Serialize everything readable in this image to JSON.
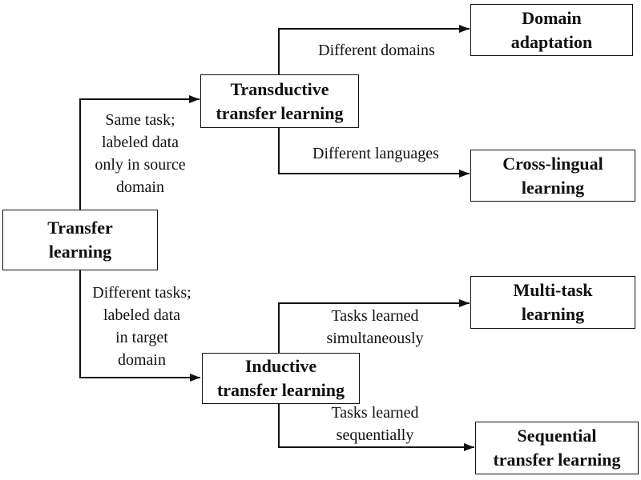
{
  "colors": {
    "ink": "#111111",
    "background": "#ffffff"
  },
  "nodes": {
    "transfer": {
      "lines": [
        "Transfer",
        "learning"
      ]
    },
    "transductive": {
      "lines": [
        "Transductive",
        "transfer learning"
      ]
    },
    "inductive": {
      "lines": [
        "Inductive",
        "transfer learning"
      ]
    },
    "domain_adaptation": {
      "lines": [
        "Domain",
        "adaptation"
      ]
    },
    "cross_lingual": {
      "lines": [
        "Cross-lingual",
        "learning"
      ]
    },
    "multi_task": {
      "lines": [
        "Multi-task",
        "learning"
      ]
    },
    "sequential": {
      "lines": [
        "Sequential",
        "transfer learning"
      ]
    }
  },
  "edge_labels": {
    "same_task": {
      "lines": [
        "Same task;",
        "labeled data",
        "only in source",
        "domain"
      ]
    },
    "different_tasks": {
      "lines": [
        "Different tasks;",
        "labeled data",
        "in target",
        "domain"
      ]
    },
    "different_domains": {
      "lines": [
        "Different domains"
      ]
    },
    "different_languages": {
      "lines": [
        "Different languages"
      ]
    },
    "tasks_simultaneously": {
      "lines": [
        "Tasks learned",
        "simultaneously"
      ]
    },
    "tasks_sequentially": {
      "lines": [
        "Tasks learned",
        "sequentially"
      ]
    }
  }
}
